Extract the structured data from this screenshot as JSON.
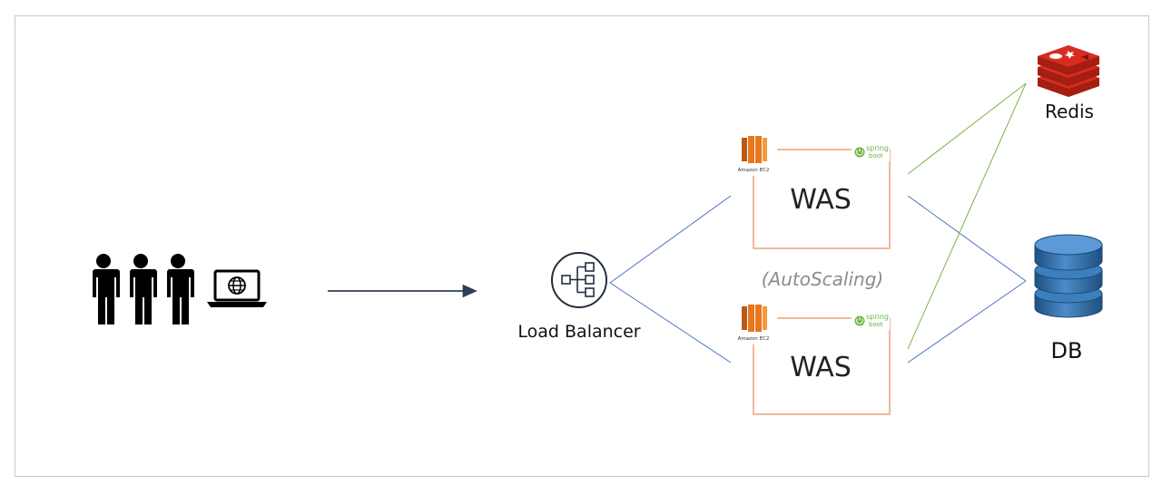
{
  "diagram": {
    "users_label": "",
    "load_balancer": {
      "label": "Load Balancer"
    },
    "autoscaling_label": "(AutoScaling)",
    "was_instances": [
      {
        "label": "WAS",
        "ec2_label": "Amazon EC2",
        "spring_top": "spring",
        "spring_bottom": "boot"
      },
      {
        "label": "WAS",
        "ec2_label": "Amazon EC2",
        "spring_top": "spring",
        "spring_bottom": "boot"
      }
    ],
    "redis": {
      "label": "Redis"
    },
    "db": {
      "label": "DB"
    }
  },
  "colors": {
    "frame": "#c9c9c9",
    "arrow": "#2f3e56",
    "blue_link": "#4a72c4",
    "green_link": "#7cb342",
    "was_box": "#e8a27a",
    "ec2_orange": "#e8761e",
    "spring_green": "#6db33f",
    "redis_red": "#d82c20",
    "db_blue": "#2e6da4",
    "autoscaling_text": "#8c8c8c"
  }
}
